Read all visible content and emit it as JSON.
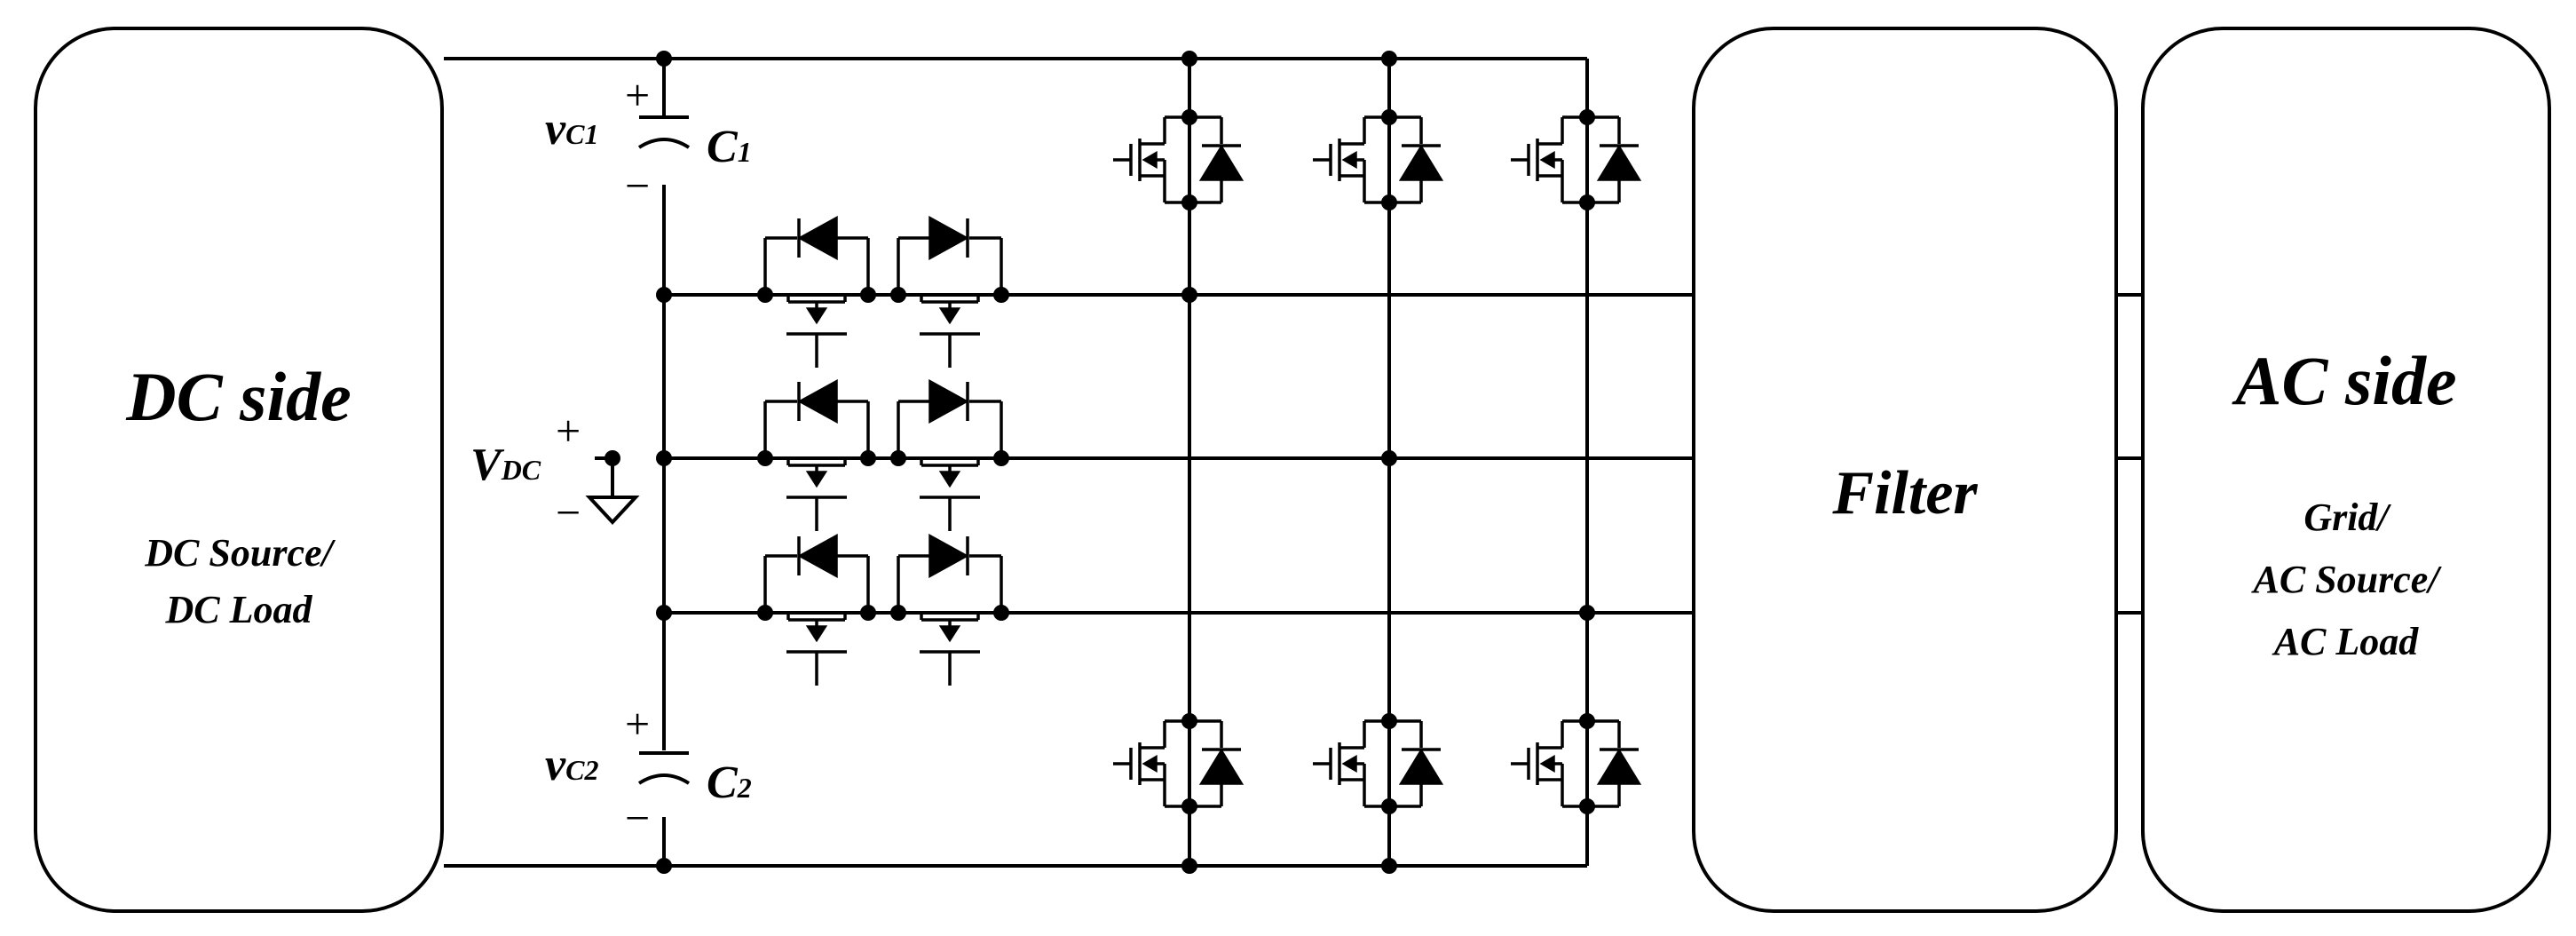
{
  "dc_block": {
    "title": "DC side",
    "line1": "DC Source/",
    "line2": "DC Load"
  },
  "filter_block": {
    "title": "Filter"
  },
  "ac_block": {
    "title": "AC side",
    "line1": "Grid/",
    "line2": "AC Source/",
    "line3": "AC Load"
  },
  "labels": {
    "vc1_main": "v",
    "vc1_sub": "C1",
    "c1_main": "C",
    "c1_sub": "1",
    "vdc_main": "V",
    "vdc_sub": "DC",
    "vc2_main": "v",
    "vc2_sub": "C2",
    "c2_main": "C",
    "c2_sub": "2",
    "plus": "+",
    "minus": "−"
  },
  "colors": {
    "line": "#000000",
    "background": "#ffffff"
  }
}
